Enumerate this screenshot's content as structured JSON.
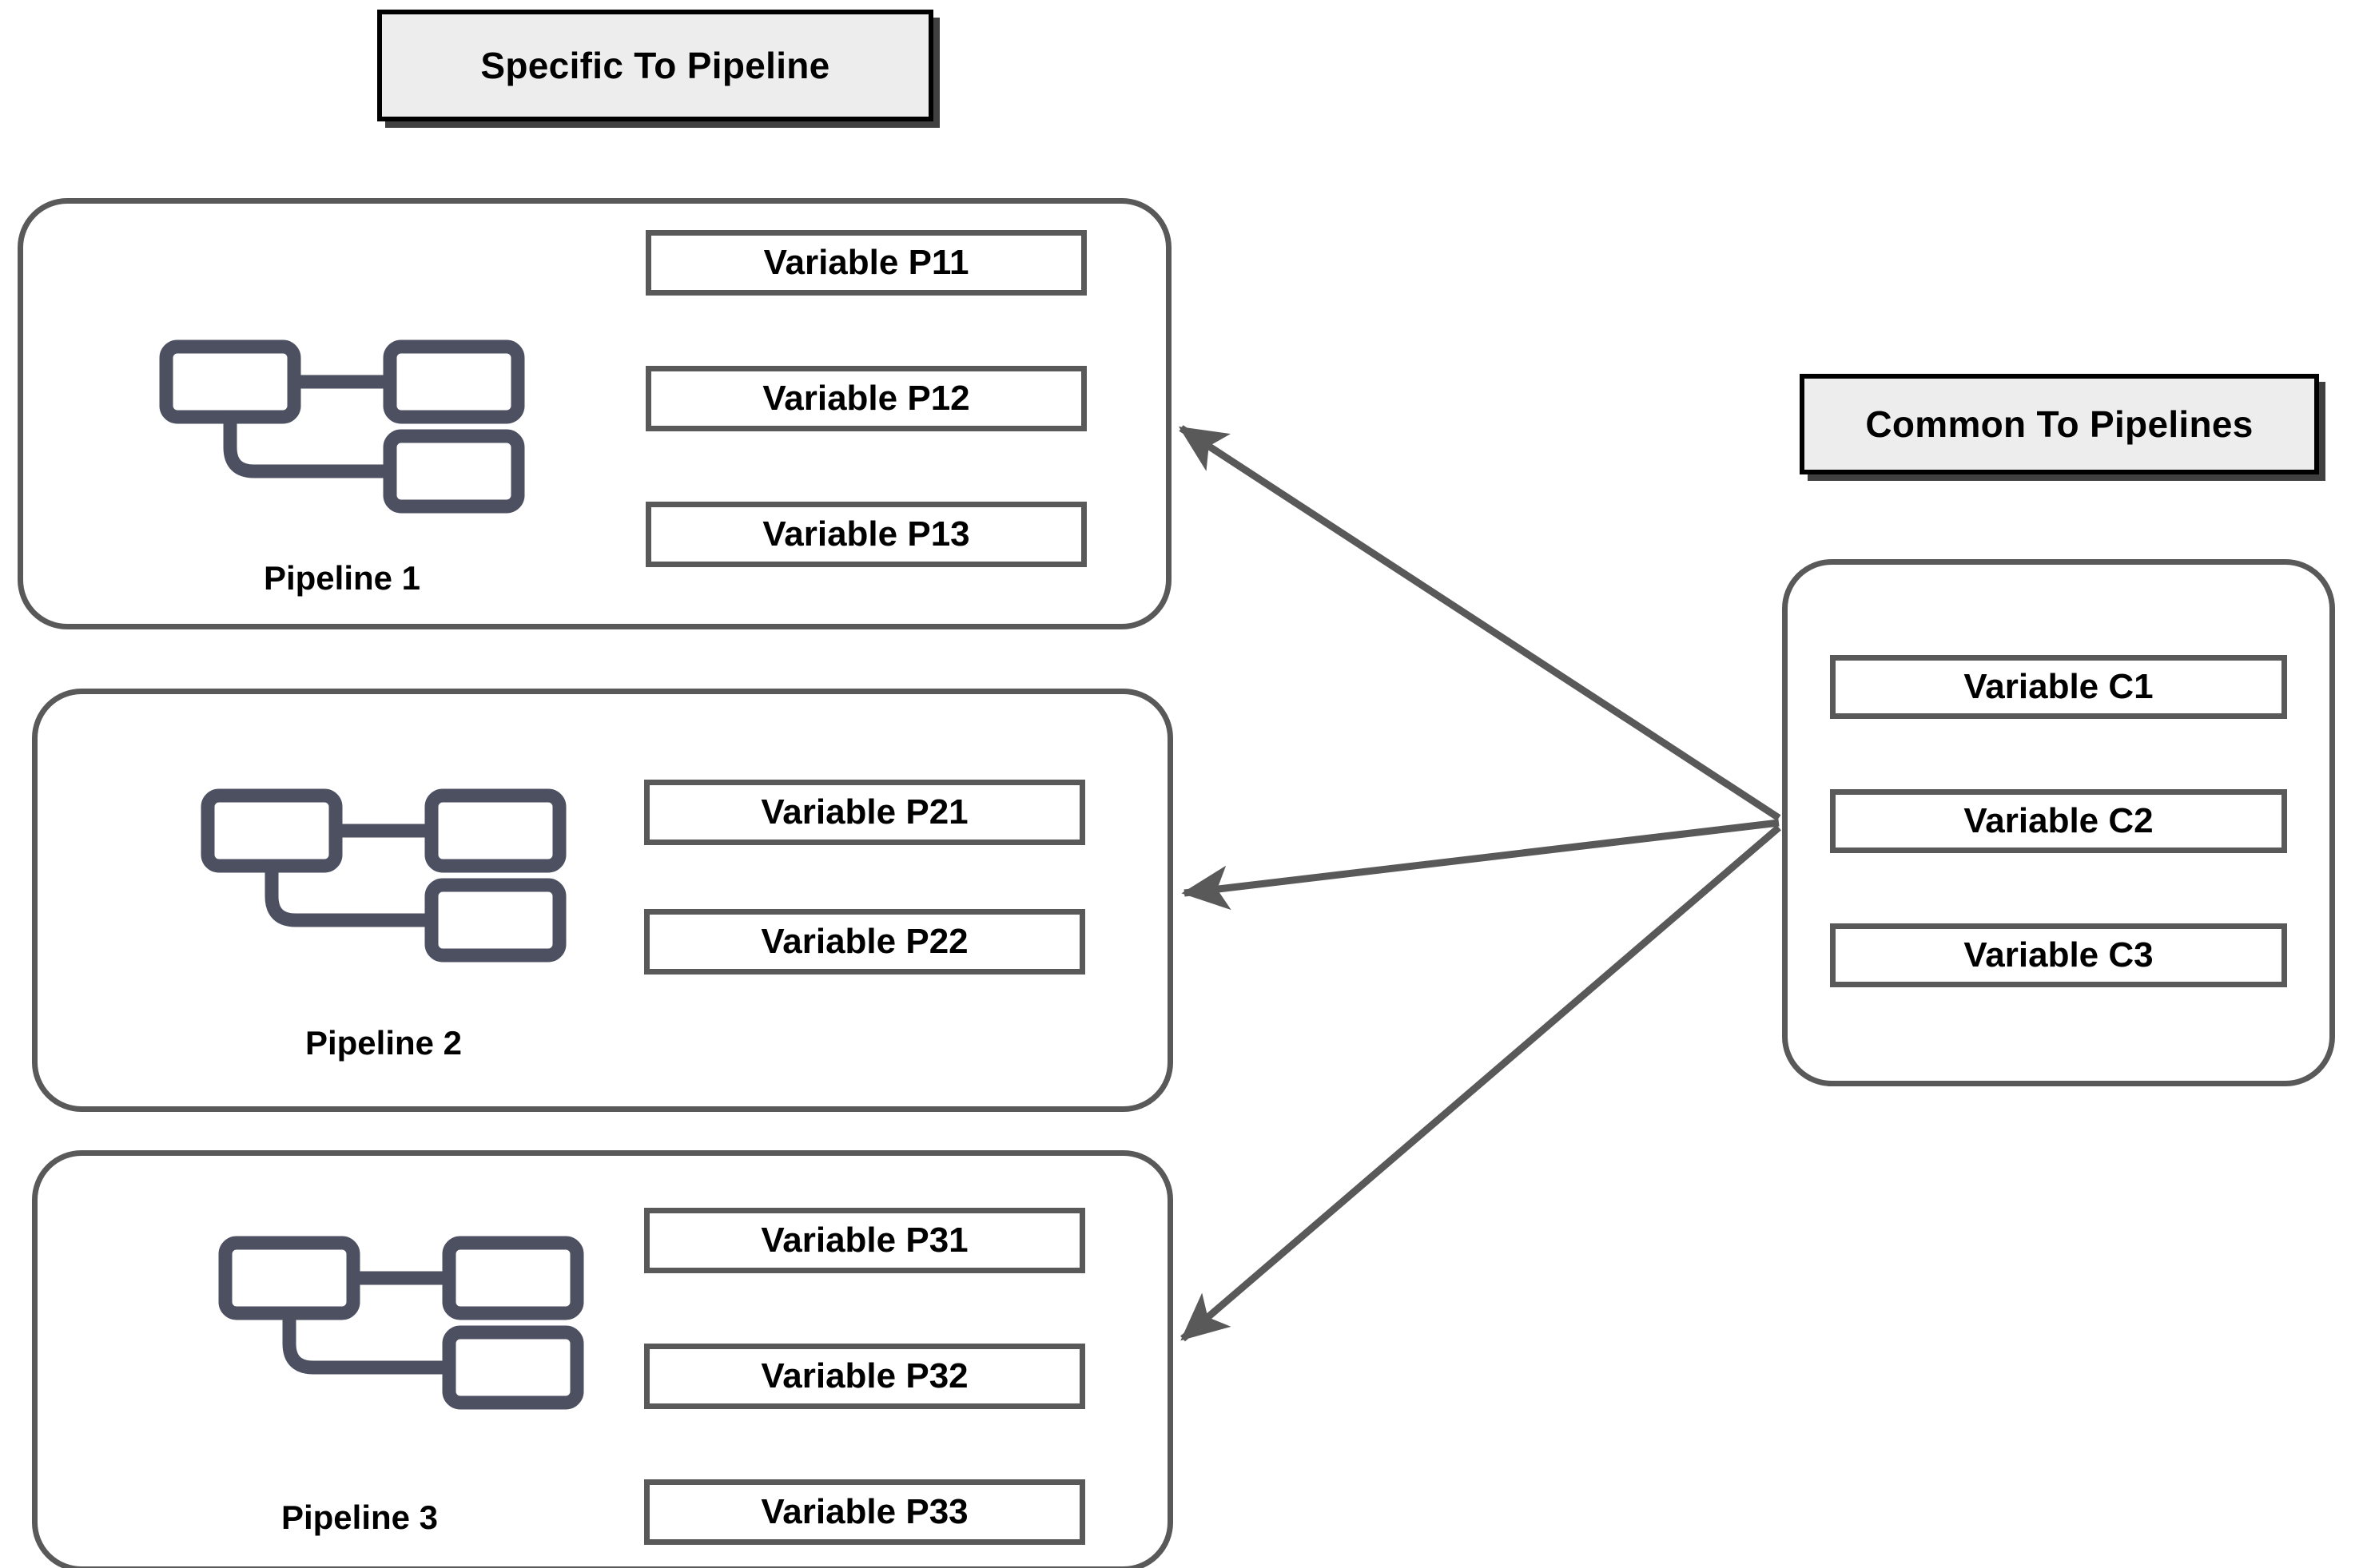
{
  "headers": {
    "specific": {
      "label": "Specific To Pipeline"
    },
    "common": {
      "label": "Common To Pipelines"
    }
  },
  "pipelines": [
    {
      "caption": "Pipeline 1",
      "icon": "pipeline-nodes-icon",
      "variables": [
        "Variable P11",
        "Variable P12",
        "Variable P13"
      ]
    },
    {
      "caption": "Pipeline 2",
      "icon": "pipeline-nodes-icon",
      "variables": [
        "Variable P21",
        "Variable P22"
      ]
    },
    {
      "caption": "Pipeline 3",
      "icon": "pipeline-nodes-icon",
      "variables": [
        "Variable P31",
        "Variable P32",
        "Variable P33"
      ]
    }
  ],
  "common_group": {
    "variables": [
      "Variable C1",
      "Variable C2",
      "Variable C3"
    ]
  },
  "arrows": [
    {
      "name": "arrow-common-to-pipeline-1",
      "from": "common-group",
      "to": "pipeline-1-group"
    },
    {
      "name": "arrow-common-to-pipeline-2",
      "from": "common-group",
      "to": "pipeline-2-group"
    },
    {
      "name": "arrow-common-to-pipeline-3",
      "from": "common-group",
      "to": "pipeline-3-group"
    }
  ],
  "colors": {
    "stroke_grey": "#595959",
    "header_border": "#000000",
    "header_fill": "#ededed",
    "icon_stroke": "#4d5061",
    "background": "#ffffff",
    "text": "#000000"
  }
}
